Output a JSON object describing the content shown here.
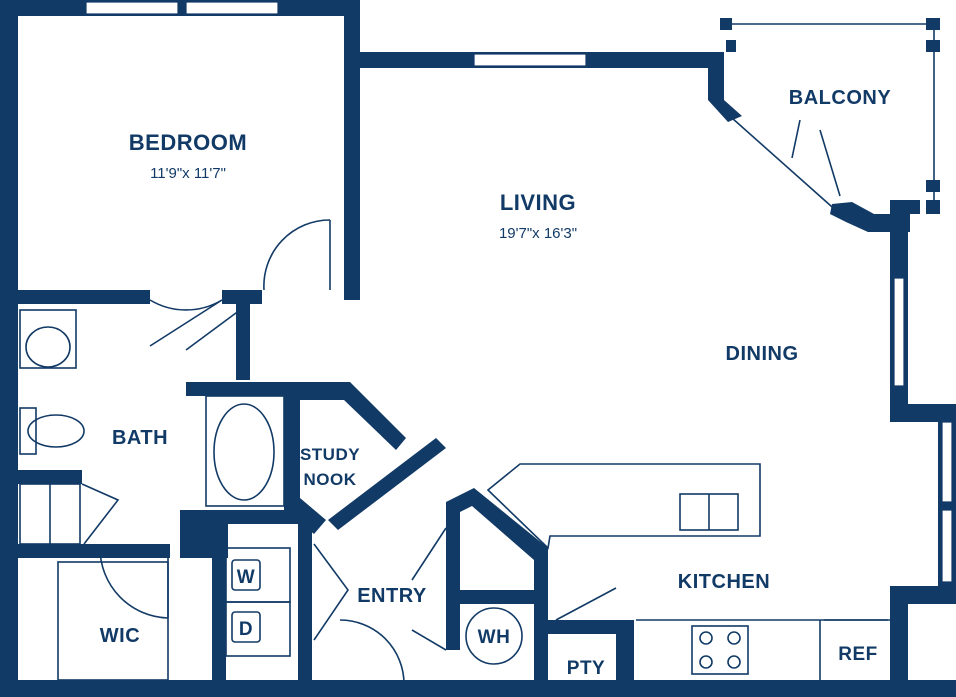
{
  "rooms": {
    "bedroom": {
      "name": "BEDROOM",
      "size": "11'9\"x 11'7\""
    },
    "living": {
      "name": "LIVING",
      "size": "19'7\"x 16'3\""
    },
    "balcony": {
      "name": "BALCONY"
    },
    "dining": {
      "name": "DINING"
    },
    "bath": {
      "name": "BATH"
    },
    "study": {
      "name_line1": "STUDY",
      "name_line2": "NOOK"
    },
    "entry": {
      "name": "ENTRY"
    },
    "kitchen": {
      "name": "KITCHEN"
    },
    "wic": {
      "name": "WIC"
    },
    "pantry": {
      "name": "PTY"
    },
    "ref": {
      "name": "REF"
    },
    "water_heater": {
      "name": "WH"
    },
    "washer": {
      "name": "W"
    },
    "dryer": {
      "name": "D"
    }
  },
  "colors": {
    "wall": "#123a66",
    "background": "#ffffff"
  }
}
